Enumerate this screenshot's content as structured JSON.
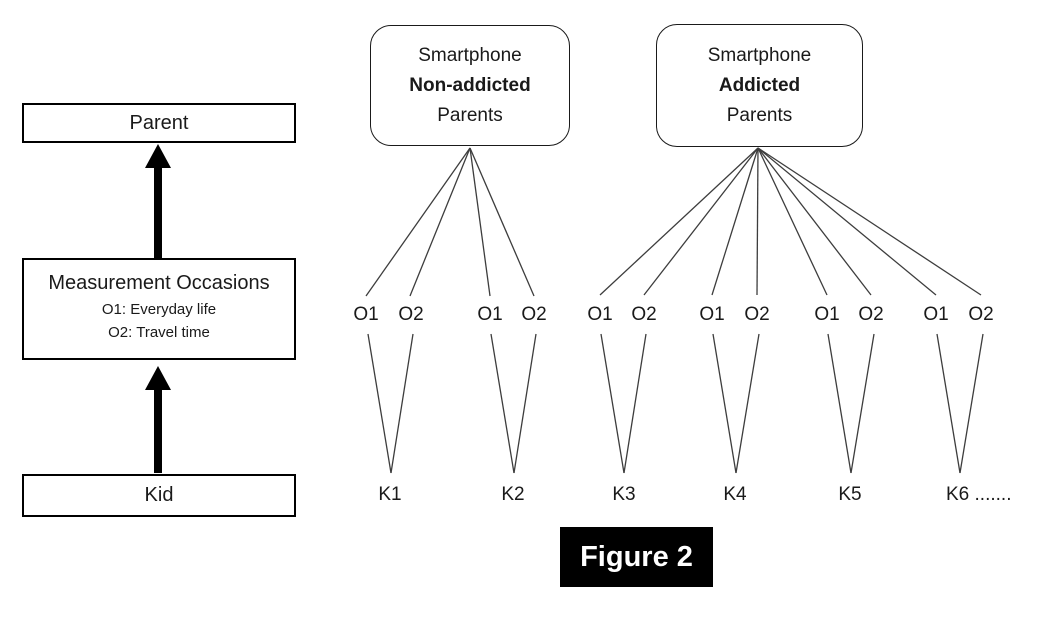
{
  "figure": {
    "label": "Figure 2"
  },
  "left_panel": {
    "parent_box": {
      "label": "Parent"
    },
    "measurement_box": {
      "title": "Measurement Occasions",
      "occasion1": "O1: Everyday life",
      "occasion2": "O2: Travel time"
    },
    "kid_box": {
      "label": "Kid"
    }
  },
  "groups": [
    {
      "line1": "Smartphone",
      "line2": "Non-addicted",
      "line3": "Parents"
    },
    {
      "line1": "Smartphone",
      "line2": "Addicted",
      "line3": "Parents"
    }
  ],
  "pairs": [
    {
      "o1": "O1",
      "o2": "O2"
    },
    {
      "o1": "O1",
      "o2": "O2"
    },
    {
      "o1": "O1",
      "o2": "O2"
    },
    {
      "o1": "O1",
      "o2": "O2"
    },
    {
      "o1": "O1",
      "o2": "O2"
    },
    {
      "o1": "O1",
      "o2": "O2"
    }
  ],
  "kids": [
    {
      "label": "K1"
    },
    {
      "label": "K2"
    },
    {
      "label": "K3"
    },
    {
      "label": "K4"
    },
    {
      "label": "K5"
    },
    {
      "label": "K6 ......."
    }
  ],
  "colors": {
    "line": "#3d3d3d",
    "border": "#000000",
    "figure_bg": "#000000",
    "figure_fg": "#ffffff",
    "background": "#ffffff"
  }
}
